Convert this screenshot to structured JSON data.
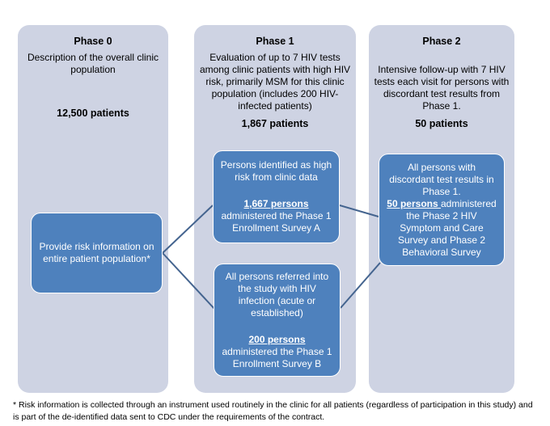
{
  "columns": [
    {
      "id": "phase0",
      "title": "Phase 0",
      "description": "Description of the overall clinic population",
      "count": "12,500 patients"
    },
    {
      "id": "phase1",
      "title": "Phase 1",
      "description": "Evaluation of up to 7 HIV tests among clinic patients with high HIV risk, primarily MSM for this clinic population (includes 200 HIV-infected patients)",
      "count": "1,867 patients"
    },
    {
      "id": "phase2",
      "title": "Phase 2",
      "description": "Intensive follow-up with 7 HIV tests each visit for persons with discordant test results from Phase 1.",
      "count": "50 patients"
    }
  ],
  "nodes": {
    "phase0": {
      "line1": "Provide risk information on entire patient population*"
    },
    "p1_top": {
      "line1": "Persons identified as high risk from clinic data",
      "emph": "1,667 persons",
      "line2": "administered the Phase 1 Enrollment Survey A"
    },
    "p1_bottom": {
      "line1": "All persons  referred into the study  with HIV infection (acute or established)",
      "emph": "200 persons ",
      "line2": "administered the Phase 1 Enrollment Survey B"
    },
    "phase2": {
      "line1": "All persons with discordant test results in Phase 1.",
      "emph": "50 persons ",
      "line2": "administered the Phase 2 HIV Symptom and Care Survey and Phase 2 Behavioral Survey"
    }
  },
  "footnote": "* Risk information is collected through an instrument used routinely in the clinic for all patients (regardless of participation in this study) and is part of the de-identified data sent to CDC under the requirements of the contract.",
  "colors": {
    "column_fill": "#ced3e3",
    "node_fill": "#4e81bd",
    "node_text": "#ffffff",
    "connector": "#44648f",
    "page_background": "#ffffff"
  }
}
